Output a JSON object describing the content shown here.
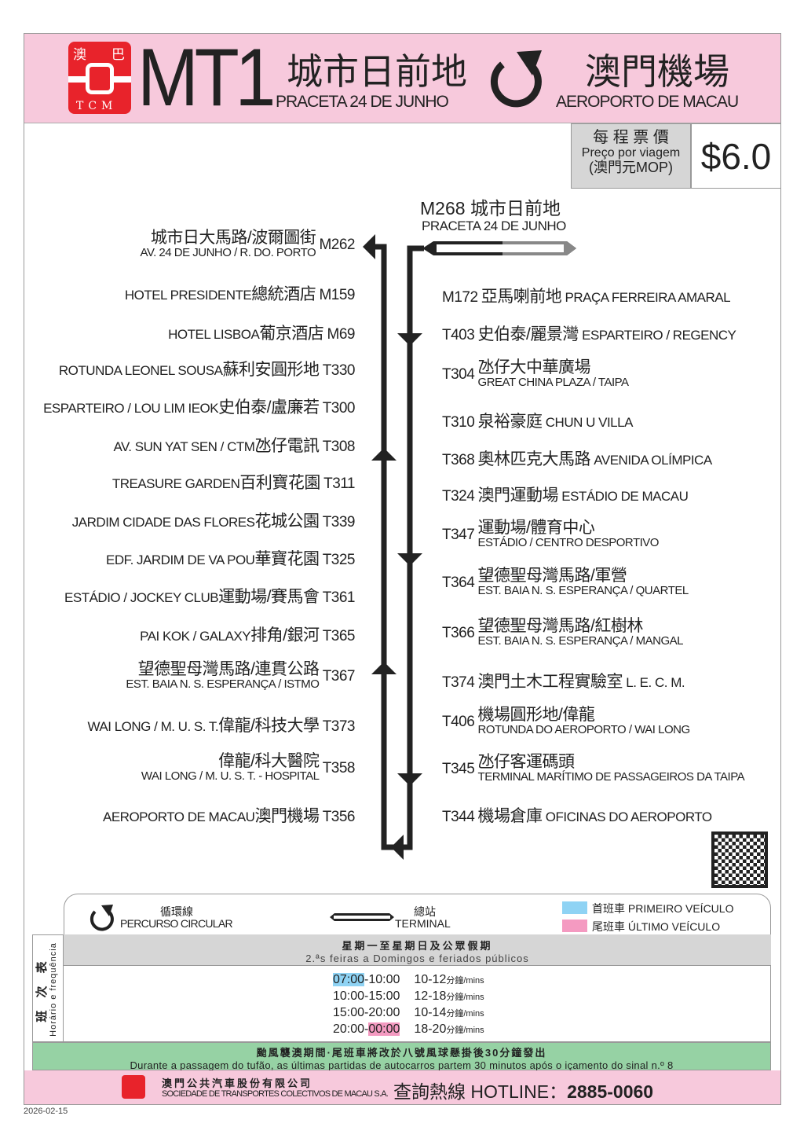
{
  "header": {
    "route": "MT1",
    "origin_cn": "城市日前地",
    "origin_pt": "PRACETA 24 DE JUNHO",
    "dest_cn": "澳門機場",
    "dest_pt": "AEROPORTO DE MACAU",
    "logo_cn_1": "澳",
    "logo_cn_2": "巴",
    "logo_en": "TCM",
    "loop_icon": "circular-arrow-icon"
  },
  "fare": {
    "label_cn": "每 程 票 價",
    "label_pt": "Preço por viagem",
    "currency": "(澳門元MOP)",
    "price": "$6.0"
  },
  "terminal": {
    "code": "M268",
    "cn": "城市日前地",
    "pt": "PRACETA 24 DE JUNHO"
  },
  "left_stops": [
    {
      "code": "M262",
      "l1": "城市日大馬路/波爾圖街",
      "l2": "AV. 24 DE JUNHO / R. DO. PORTO"
    },
    {
      "code": "M159",
      "text": "HOTEL PRESIDENTE",
      "cn": "總統酒店"
    },
    {
      "code": "M69",
      "text": "HOTEL LISBOA",
      "cn": "葡京酒店"
    },
    {
      "code": "T330",
      "text": "ROTUNDA LEONEL SOUSA",
      "cn": "蘇利安圓形地"
    },
    {
      "code": "T300",
      "text": "ESPARTEIRO / LOU LIM IEOK",
      "cn": "史伯泰/盧廉若"
    },
    {
      "code": "T308",
      "text": "AV. SUN YAT SEN / CTM",
      "cn": "氹仔電訊"
    },
    {
      "code": "T311",
      "text": "TREASURE GARDEN",
      "cn": "百利寶花園"
    },
    {
      "code": "T339",
      "text": "JARDIM CIDADE DAS FLORES",
      "cn": "花城公園"
    },
    {
      "code": "T325",
      "text": "EDF. JARDIM DE VA POU",
      "cn": "華寶花園"
    },
    {
      "code": "T361",
      "text": "ESTÁDIO / JOCKEY CLUB",
      "cn": "運動場/賽馬會"
    },
    {
      "code": "T365",
      "text": "PAI KOK / GALAXY",
      "cn": "排角/銀河"
    },
    {
      "code": "T367",
      "l1": "望德聖母灣馬路/連貫公路",
      "l2": "EST. BAIA N. S. ESPERANÇA / ISTMO"
    },
    {
      "code": "T373",
      "text": "WAI LONG / M. U. S. T.",
      "cn": "偉龍/科技大學"
    },
    {
      "code": "T358",
      "l1": "偉龍/科大醫院",
      "l2": "WAI LONG / M. U. S. T. - HOSPITAL"
    },
    {
      "code": "T356",
      "text": "AEROPORTO DE MACAU",
      "cn": "澳門機場"
    }
  ],
  "right_stops": [
    {
      "code": "M172",
      "cn": "亞馬喇前地",
      "text": "PRAÇA FERREIRA AMARAL"
    },
    {
      "code": "T403",
      "cn": "史伯泰/麗景灣",
      "text": "ESPARTEIRO / REGENCY"
    },
    {
      "code": "T304",
      "l1": "氹仔大中華廣場",
      "l2": "GREAT CHINA PLAZA / TAIPA"
    },
    {
      "code": "T310",
      "cn": "泉裕豪庭",
      "text": "CHUN U VILLA"
    },
    {
      "code": "T368",
      "cn": "奧林匹克大馬路",
      "text": "AVENIDA OLÍMPICA"
    },
    {
      "code": "T324",
      "cn": "澳門運動場",
      "text": "ESTÁDIO DE MACAU"
    },
    {
      "code": "T347",
      "l1": "運動場/體育中心",
      "l2": "ESTÁDIO / CENTRO DESPORTIVO"
    },
    {
      "code": "T364",
      "l1": "望德聖母灣馬路/軍營",
      "l2": "EST. BAIA N. S. ESPERANÇA / QUARTEL"
    },
    {
      "code": "T366",
      "l1": "望德聖母灣馬路/紅樹林",
      "l2": "EST. BAIA N. S. ESPERANÇA / MANGAL"
    },
    {
      "code": "T374",
      "cn": "澳門土木工程實驗室",
      "text": "L. E. C. M."
    },
    {
      "code": "T406",
      "l1": "機場圓形地/偉龍",
      "l2": "ROTUNDA DO AEROPORTO / WAI LONG"
    },
    {
      "code": "T345",
      "l1": "氹仔客運碼頭",
      "l2": "TERMINAL MARÍTIMO DE PASSAGEIROS DA TAIPA"
    },
    {
      "code": "T344",
      "cn": "機場倉庫",
      "text": "OFICINAS DO AEROPORTO"
    }
  ],
  "legend": {
    "circular_cn": "循環線",
    "circular_pt": "PERCURSO CIRCULAR",
    "terminal_cn": "總站",
    "terminal_pt": "TERMINAL",
    "first_cn": "首班車",
    "first_pt": "PRIMEIRO VEÍCULO",
    "last_cn": "尾班車",
    "last_pt": "ÚLTIMO VEÍCULO",
    "first_color": "#8fd3f4",
    "last_color": "#f49ac1"
  },
  "timetable": {
    "side_cn": "班 次 表",
    "side_pt": "Horário e frequência",
    "days_cn": "星期一至星期日及公眾假期",
    "days_pt": "2.ªs feiras a Domingos e feriados públicos",
    "rows": [
      {
        "start": "07:00",
        "end": "10:00",
        "freq": "10-12",
        "unit": "分鐘/mins"
      },
      {
        "start": "10:00",
        "end": "15:00",
        "freq": "12-18",
        "unit": "分鐘/mins"
      },
      {
        "start": "15:00",
        "end": "20:00",
        "freq": "10-14",
        "unit": "分鐘/mins"
      },
      {
        "start": "20:00",
        "end": "00:00",
        "freq": "18-20",
        "unit": "分鐘/mins"
      }
    ]
  },
  "typhoon": {
    "cn": "颱風襲澳期間·尾班車將改於八號風球懸掛後30分鐘發出",
    "pt": "Durante a passagem do tufão, as últimas partidas de autocarros partem 30 minutos após o içamento do sinal n.º 8"
  },
  "footer": {
    "company_cn": "澳門公共汽車股份有限公司",
    "company_pt": "SOCIEDADE DE TRANSPORTES COLECTIVOS DE MACAU S.A.",
    "hotline_label": "查詢熱線 HOTLINE：",
    "hotline": "2885-0060"
  },
  "date": "2026-02-15"
}
